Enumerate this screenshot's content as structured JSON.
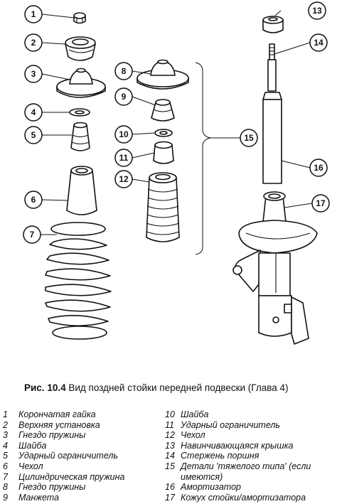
{
  "figure": {
    "caption_number": "Рис. 10.4",
    "caption_text": "Вид поздней стойки передней подвески (Глава 4)"
  },
  "callouts": [
    "1",
    "2",
    "3",
    "4",
    "5",
    "6",
    "7",
    "8",
    "9",
    "10",
    "11",
    "12",
    "13",
    "14",
    "15",
    "16",
    "17"
  ],
  "legend_left": [
    {
      "num": "1",
      "text": "Корончатая гайка"
    },
    {
      "num": "2",
      "text": "Верхняя установка"
    },
    {
      "num": "3",
      "text": "Гнездо пружины"
    },
    {
      "num": "4",
      "text": "Шайба"
    },
    {
      "num": "5",
      "text": "Ударный ограничитель"
    },
    {
      "num": "6",
      "text": "Чехол"
    },
    {
      "num": "7",
      "text": "Цилиндрическая пружина"
    },
    {
      "num": "8",
      "text": "Гнездо пружины"
    },
    {
      "num": "9",
      "text": "Манжета"
    }
  ],
  "legend_right": [
    {
      "num": "10",
      "text": "Шайба"
    },
    {
      "num": "11",
      "text": "Ударный ограничитель"
    },
    {
      "num": "12",
      "text": "Чехол"
    },
    {
      "num": "13",
      "text": "Навинчивающаяся крышка"
    },
    {
      "num": "14",
      "text": "Стержень поршня"
    },
    {
      "num": "15",
      "text": "Детали 'тяжелого типа' (если имеются)"
    },
    {
      "num": "16",
      "text": "Амортизатор"
    },
    {
      "num": "17",
      "text": "Кожух стойки/амортизатора"
    }
  ]
}
